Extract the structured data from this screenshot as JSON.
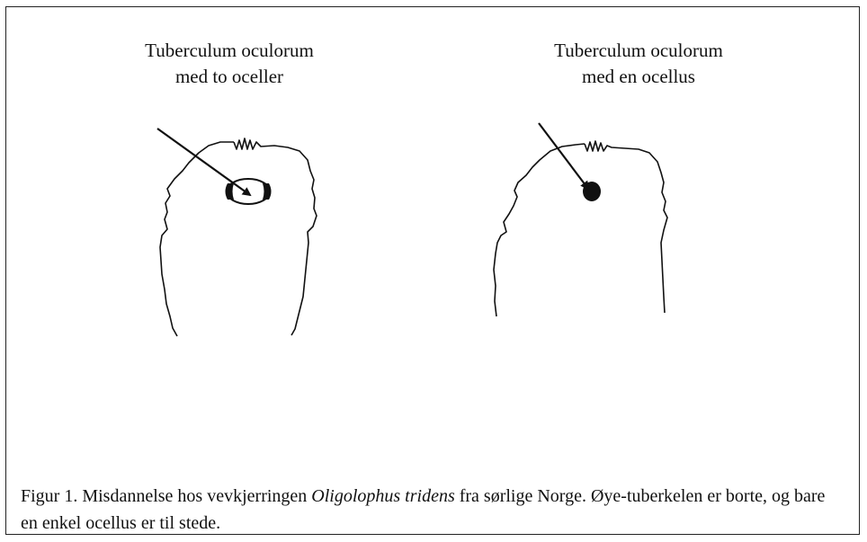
{
  "left_panel": {
    "title_line1": "Tuberculum oculorum",
    "title_line2": "med to oceller"
  },
  "right_panel": {
    "title_line1": "Tuberculum oculorum",
    "title_line2": "med en ocellus"
  },
  "caption": {
    "prefix": "Figur 1. Misdannelse hos vevkjerringen ",
    "species": "Oligolophus tridens",
    "suffix": " fra sørlige Norge. Øye-tuberkelen er borte, og bare en enkel ocellus er til stede."
  },
  "colors": {
    "ink": "#111111",
    "background": "#ffffff"
  }
}
